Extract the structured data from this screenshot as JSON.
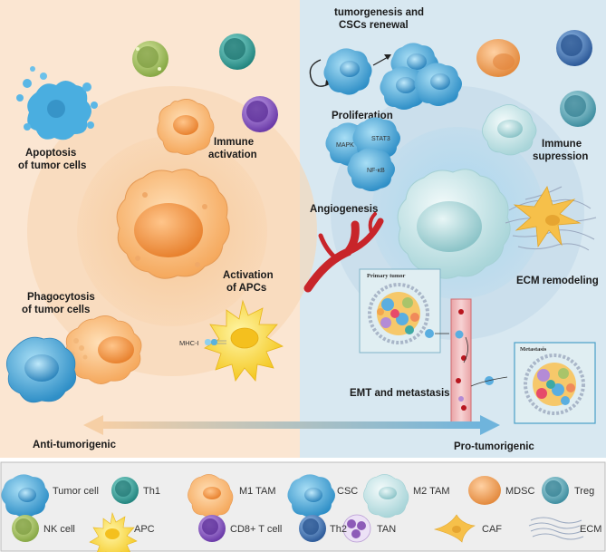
{
  "left_panel": {
    "apoptosis": [
      "Apoptosis",
      "of tumor cells"
    ],
    "immune_activation": [
      "Immune",
      "activation"
    ],
    "phagocytosis": [
      "Phagocytosis",
      "of tumor cells"
    ],
    "activation_apcs": [
      "Activation",
      "of APCs"
    ],
    "mhc": "MHC-I",
    "axis_label": "Anti-tumorigenic"
  },
  "right_panel": {
    "tumorgenesis": [
      "tumorgenesis and",
      "CSCs renewal"
    ],
    "proliferation": "Proliferation",
    "mapk": "MAPK",
    "stat3": "STAT3",
    "nfkb": "NF-κB",
    "angiogenesis": "Angiogenesis",
    "immune_supression": [
      "Immune",
      "supression"
    ],
    "ecm_remodeling": "ECM remodeling",
    "primary_tumor": "Primary tumor",
    "metastasis_box": "Metastasis",
    "emt": "EMT and metastasis",
    "axis_label": "Pro-tumorigenic"
  },
  "legend": {
    "items": [
      {
        "label": "Tumor cell",
        "icon": "tumor-cell-icon"
      },
      {
        "label": "Th1",
        "icon": "th1-icon"
      },
      {
        "label": "M1 TAM",
        "icon": "m1-tam-icon"
      },
      {
        "label": "CSC",
        "icon": "csc-icon"
      },
      {
        "label": "M2 TAM",
        "icon": "m2-tam-icon"
      },
      {
        "label": "MDSC",
        "icon": "mdsc-icon"
      },
      {
        "label": "Treg",
        "icon": "treg-icon"
      },
      {
        "label": "NK cell",
        "icon": "nk-cell-icon"
      },
      {
        "label": "APC",
        "icon": "apc-icon"
      },
      {
        "label": "CD8+ T cell",
        "icon": "cd8-t-cell-icon"
      },
      {
        "label": "Th2",
        "icon": "th2-icon"
      },
      {
        "label": "TAN",
        "icon": "tan-icon"
      },
      {
        "label": "CAF",
        "icon": "caf-icon"
      },
      {
        "label": "ECM",
        "icon": "ecm-icon"
      }
    ]
  },
  "colors": {
    "left_bg": "#fbe6d2",
    "right_bg": "#d8e8f1",
    "tumor_blue": "#4aa9d6",
    "m1_orange": "#f5b26b",
    "m2_pale": "#cfe8ea",
    "mdsc": "#ef9f5a",
    "treg": "#5aa6b3",
    "th1": "#3fa9a2",
    "th2": "#3b6fb0",
    "cd8": "#8a5cc6",
    "nk": "#a9c46a",
    "apc_yellow": "#f8d93a",
    "vessel_red": "#cc2a2a"
  }
}
